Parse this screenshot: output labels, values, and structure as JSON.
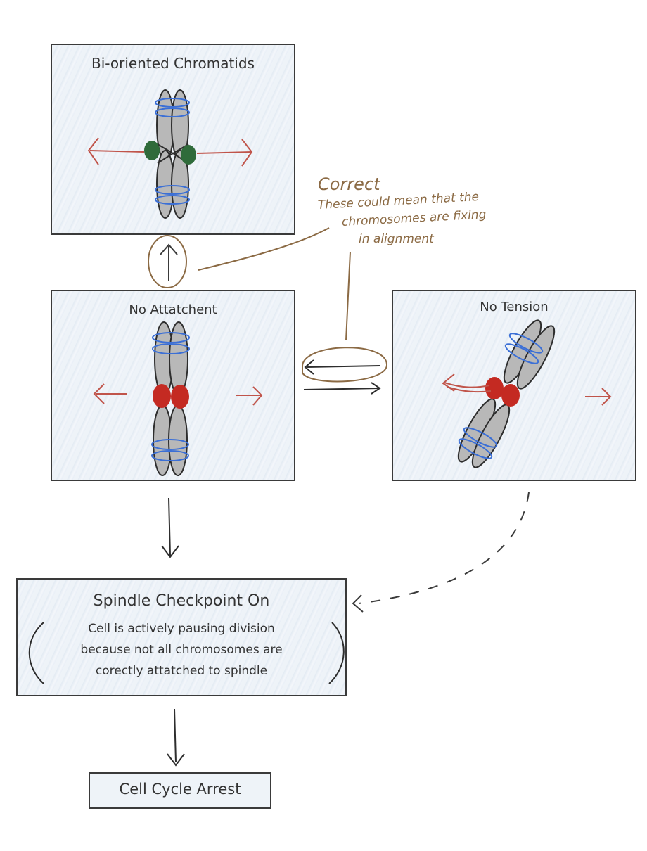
{
  "panels": {
    "bi_oriented": {
      "title": "Bi-oriented Chromatids"
    },
    "no_attachment": {
      "title": "No Attatchent"
    },
    "no_tension": {
      "title": "No Tension"
    }
  },
  "annotation": {
    "heading": "Correct",
    "line1": "These could mean that the",
    "line2": "chromosomes are fixing",
    "line3": "in alignment"
  },
  "checkpoint": {
    "title": "Spindle Checkpoint On",
    "line1": "Cell is actively pausing division",
    "line2": "because not all chromosomes are",
    "line3": "corectly attatched to spindle"
  },
  "outcome": {
    "label": "Cell Cycle Arrest"
  },
  "colors": {
    "chromatid_fill": "#b8b8b8",
    "chromatid_stroke": "#2d2d2d",
    "cohesin": "#3b6fd6",
    "kinetochore_attached": "#2f6b3a",
    "kinetochore_unattached": "#c42a22",
    "pull_arrow": "#c0544a",
    "annotation": "#8b6a44"
  }
}
